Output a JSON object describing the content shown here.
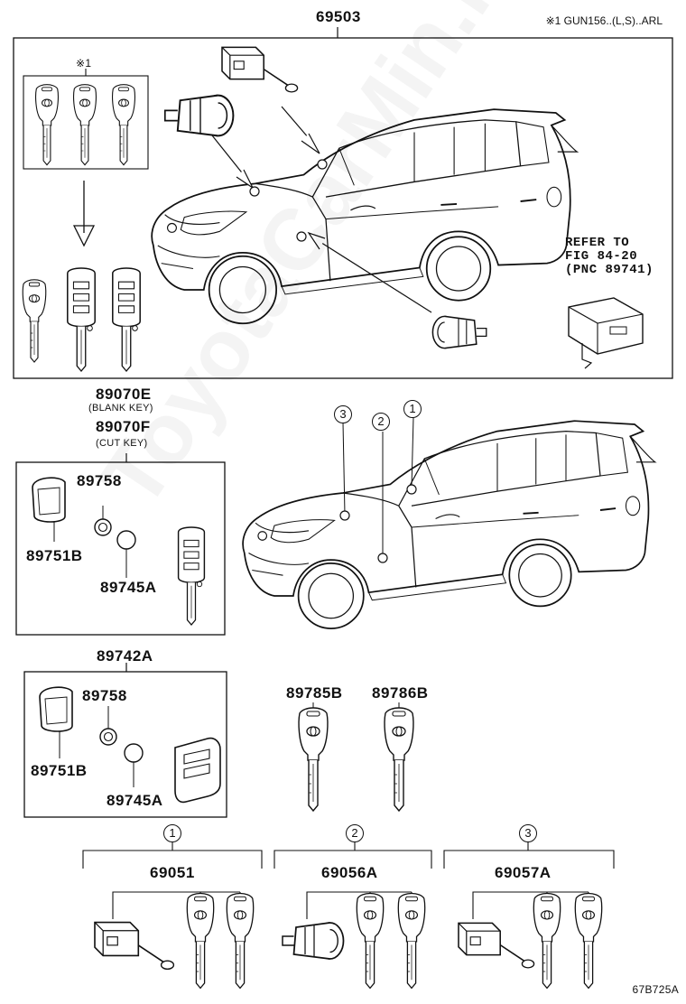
{
  "main_assembly": {
    "part_no": "69503",
    "note": "※1 GUN156..(L,S)..ARL"
  },
  "key_group_note": "※1",
  "refer": {
    "line1": "REFER TO",
    "line2": "FIG 84-20",
    "line3": "(PNC 89741)"
  },
  "blank_key": {
    "part_no": "89070E",
    "desc": "(BLANK KEY)"
  },
  "cut_key": {
    "part_no": "89070F",
    "desc": "(CUT KEY)"
  },
  "box1": {
    "ring": "89758",
    "case": "89751B",
    "battery": "89745A"
  },
  "box2": {
    "title": "89742A",
    "ring": "89758",
    "case": "89751B",
    "battery": "89745A"
  },
  "keys": {
    "key_a": "89785B",
    "key_b": "89786B"
  },
  "car_markers": [
    "3",
    "2",
    "1"
  ],
  "sets": [
    {
      "marker": "1",
      "part_no": "69051"
    },
    {
      "marker": "2",
      "part_no": "69056A"
    },
    {
      "marker": "3",
      "part_no": "69057A"
    }
  ],
  "diagram_code": "67B725A",
  "watermark": "ToyotaCarMin.ru"
}
